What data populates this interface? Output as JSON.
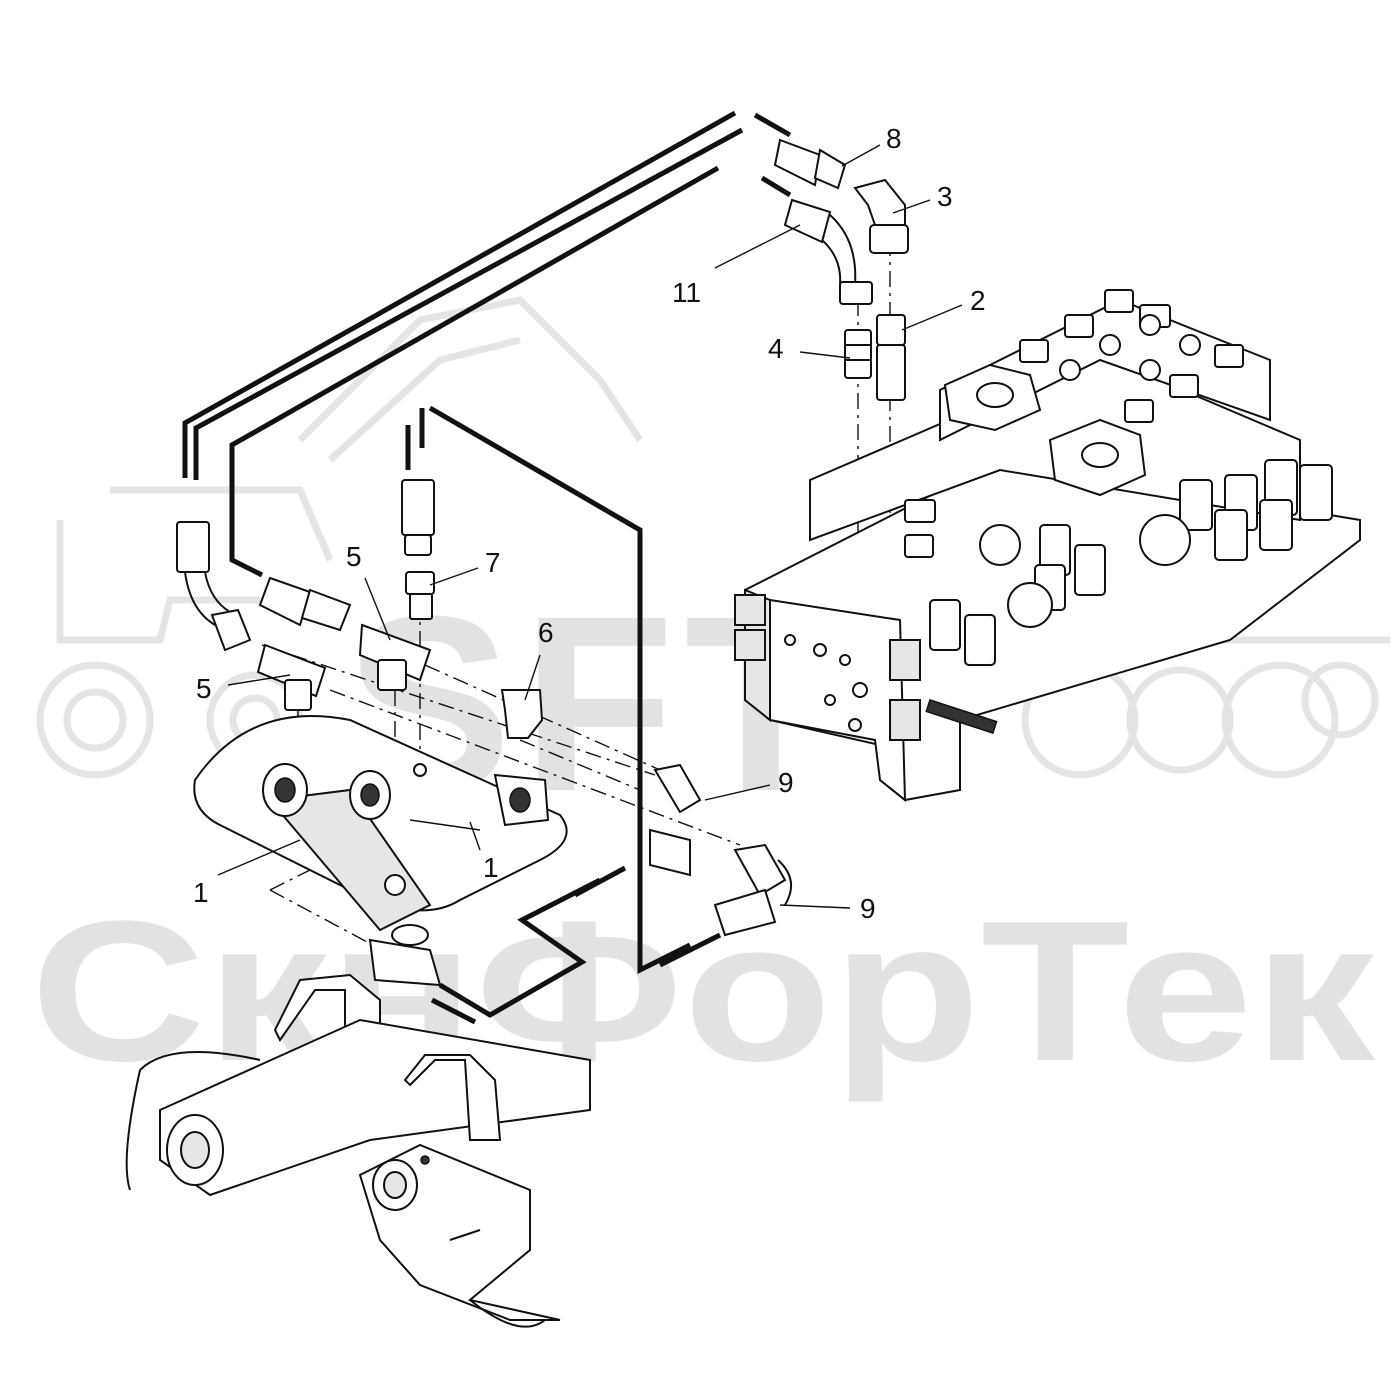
{
  "watermark": {
    "company": "СкнФорТек",
    "logo_letters": "SFT",
    "color": "#e2e2e2"
  },
  "callouts": [
    {
      "id": "8",
      "text": "8"
    },
    {
      "id": "3",
      "text": "3"
    },
    {
      "id": "11",
      "text": "11"
    },
    {
      "id": "2",
      "text": "2"
    },
    {
      "id": "4",
      "text": "4"
    },
    {
      "id": "5a",
      "text": "5"
    },
    {
      "id": "7",
      "text": "7"
    },
    {
      "id": "6",
      "text": "6"
    },
    {
      "id": "5b",
      "text": "5"
    },
    {
      "id": "9a",
      "text": "9"
    },
    {
      "id": "1a",
      "text": "1"
    },
    {
      "id": "1b",
      "text": "1"
    },
    {
      "id": "9b",
      "text": "9"
    }
  ]
}
